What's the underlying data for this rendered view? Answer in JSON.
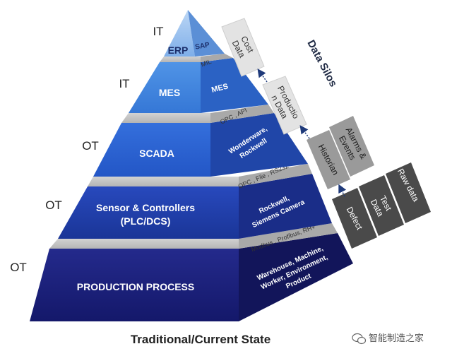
{
  "layers": {
    "production": {
      "face": "PRODUCTION PROCESS",
      "side": [
        "Warehouse, Machine,",
        "Worker, Environment,",
        "Product"
      ],
      "type": "OT"
    },
    "sensor": {
      "face": [
        "Sensor & Controllers",
        "(PLC/DCS)"
      ],
      "side": [
        "Rockwell,",
        "Siemens Camera"
      ],
      "type": "OT"
    },
    "scada": {
      "face": "SCADA",
      "side": [
        "Wonderware,",
        "Rockwell"
      ],
      "type": "OT"
    },
    "mes": {
      "face": "MES",
      "side": "MES",
      "type": "IT"
    },
    "erp": {
      "face": "ERP",
      "side": "SAP",
      "type": "IT"
    }
  },
  "bands": {
    "modbus": "Modbus , Profibus, RH+",
    "opc_file": "OPC , File , RS232",
    "opc_api": "OPC , API",
    "mil": "MIL"
  },
  "silos": {
    "title": "Data Silos",
    "boxes": {
      "defect": "Defect",
      "test_data": [
        "Test",
        "Data"
      ],
      "raw_data": "Raw data",
      "historian": "Historian",
      "alarms": [
        "Alarms &",
        "Events"
      ],
      "production_data": [
        "Productio",
        "n Data"
      ],
      "cost_data": [
        "Cost",
        "Data"
      ]
    }
  },
  "caption": "Traditional/Current State",
  "watermark": "智能制造之家",
  "colors": {
    "production": "#1b1f7a",
    "sensor": "#1f3fae",
    "scada": "#2a63d4",
    "mes": "#3f86e0",
    "erp": "#8bbbee",
    "band": "#c4c4c4",
    "silo_dark": "#4a4a4a",
    "silo_mid": "#9a9a9a",
    "silo_light": "#e3e3e3"
  }
}
